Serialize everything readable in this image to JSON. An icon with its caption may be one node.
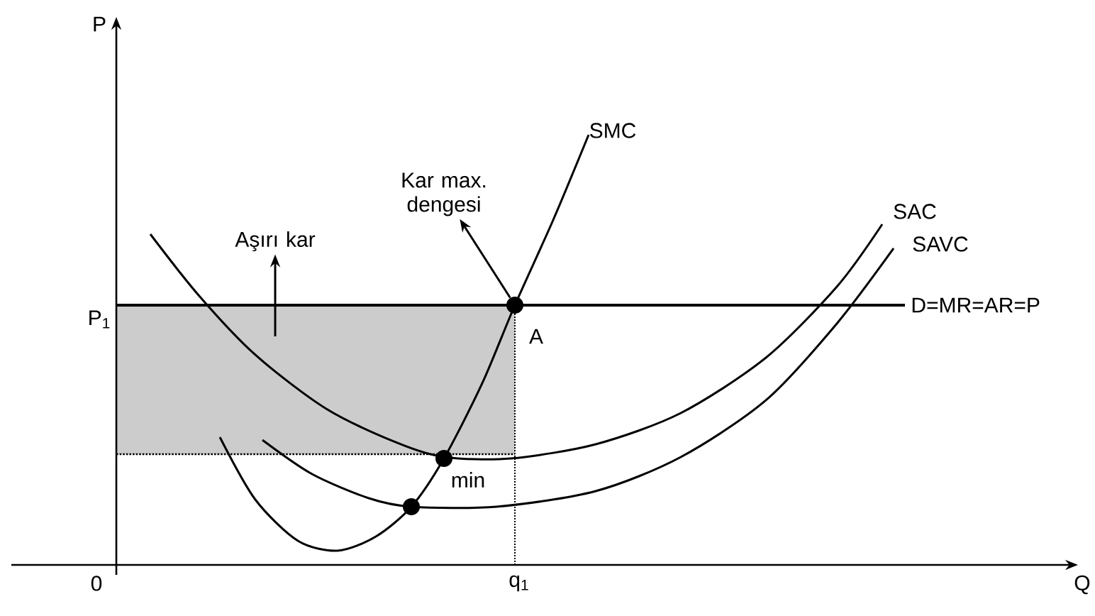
{
  "diagram": {
    "nodes": [
      {
        "text": [
          "Kar max. dengesi"
        ]
      },
      {
        "text": [
          "Aşırı kar"
        ]
      },
      {
        "text": [],
        "shape": "circle"
      },
      {
        "text": [],
        "shape": "box"
      },
      {
        "text": [],
        "shape": "circle"
      },
      {
        "text": [],
        "shape": "circle"
      }
    ],
    "edges": [
      {
        "from": 2,
        "to": 0,
        "arrow": "to"
      },
      {
        "from": 3,
        "to": 1,
        "arrow": "to"
      }
    ],
    "labels": [
      "P",
      "SMC",
      "SAC",
      "SAVC",
      "P$_{1}$",
      "D=MR=AR=P",
      "A",
      "min",
      "0",
      "q$_{1}$",
      "Q"
    ]
  }
}
